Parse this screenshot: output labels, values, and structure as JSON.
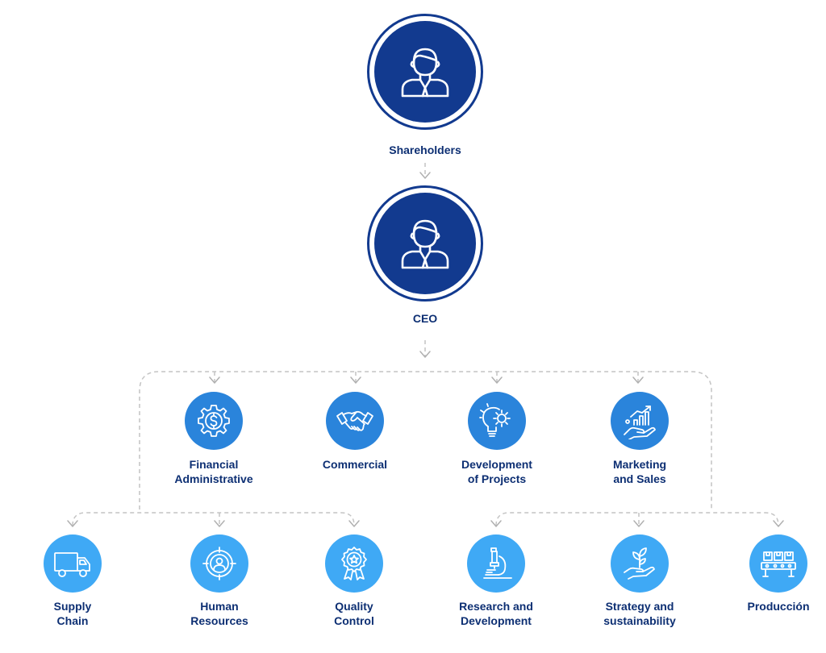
{
  "org_chart": {
    "shareholders": {
      "label": "Shareholders",
      "icon": "person-icon"
    },
    "ceo": {
      "label": "CEO",
      "icon": "person-icon"
    },
    "departments": [
      {
        "label_line1": "Financial",
        "label_line2": "Administrative",
        "icon": "dollar-gear-icon"
      },
      {
        "label_line1": "Commercial",
        "label_line2": "",
        "icon": "handshake-icon"
      },
      {
        "label_line1": "Development",
        "label_line2": "of Projects",
        "icon": "lightbulb-gear-icon"
      },
      {
        "label_line1": "Marketing",
        "label_line2": "and Sales",
        "icon": "growth-chart-hand-icon"
      }
    ],
    "sub_departments": [
      {
        "label_line1": "Supply",
        "label_line2": "Chain",
        "icon": "truck-icon"
      },
      {
        "label_line1": "Human",
        "label_line2": "Resources",
        "icon": "person-target-icon"
      },
      {
        "label_line1": "Quality",
        "label_line2": "Control",
        "icon": "award-badge-icon"
      },
      {
        "label_line1": "Research and",
        "label_line2": "Development",
        "icon": "microscope-icon"
      },
      {
        "label_line1": "Strategy and",
        "label_line2": "sustainability",
        "icon": "plant-hand-icon"
      },
      {
        "label_line1": "Producción",
        "label_line2": "",
        "icon": "conveyor-boxes-icon"
      }
    ]
  },
  "colors": {
    "executive": "#123a8f",
    "department": "#2a84db",
    "sub_department": "#3fa9f5",
    "label_text": "#0d2f73",
    "connector": "#c4c4c4"
  }
}
